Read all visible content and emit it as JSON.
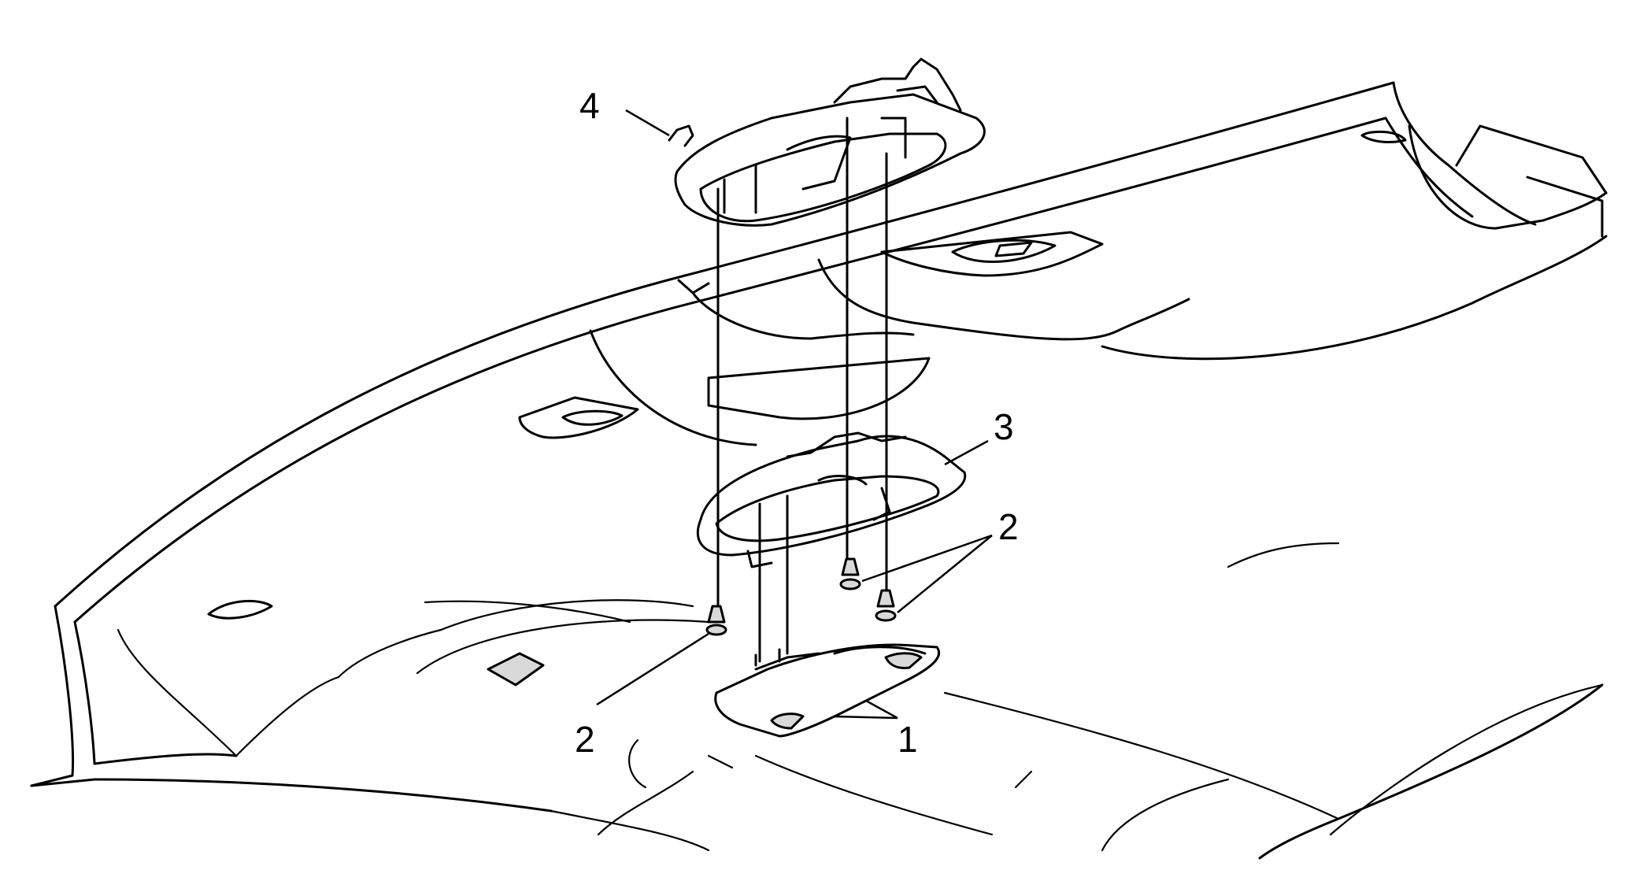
{
  "callouts": {
    "one": "1",
    "two_upper": "2",
    "two_lower": "2",
    "three": "3",
    "four": "4"
  }
}
